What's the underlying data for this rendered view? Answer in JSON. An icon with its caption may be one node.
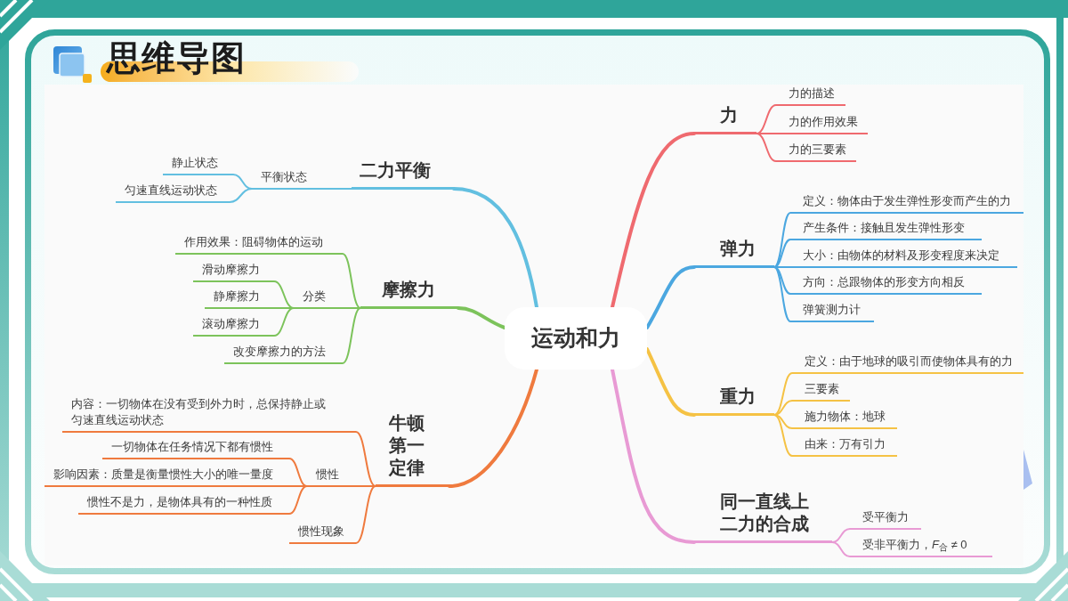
{
  "diagram": {
    "title": "思维导图",
    "nodes": [
      {
        "text": [
          "运动和力"
        ]
      },
      {
        "text": [
          "二力平衡"
        ]
      },
      {
        "text": [
          "平衡状态"
        ]
      },
      {
        "text": [
          "静止状态"
        ]
      },
      {
        "text": [
          "匀速直线运动状态"
        ]
      },
      {
        "text": [
          "摩擦力"
        ]
      },
      {
        "text": [
          "作用效果：阻碍物体的运动"
        ]
      },
      {
        "text": [
          "分类"
        ]
      },
      {
        "text": [
          "滑动摩擦力"
        ]
      },
      {
        "text": [
          "静摩擦力"
        ]
      },
      {
        "text": [
          "滚动摩擦力"
        ]
      },
      {
        "text": [
          "改变摩擦力的方法"
        ]
      },
      {
        "text": [
          "牛顿第一定律"
        ]
      },
      {
        "text": [
          "内容：一切物体在没有受到外力时，总保持静止或匀速直线运动状态"
        ]
      },
      {
        "text": [
          "惯性"
        ]
      },
      {
        "text": [
          "一切物体在任务情况下都有惯性"
        ]
      },
      {
        "text": [
          "影响因素：质量是衡量惯性大小的唯一量度"
        ]
      },
      {
        "text": [
          "惯性不是力，是物体具有的一种性质"
        ]
      },
      {
        "text": [
          "惯性现象"
        ]
      },
      {
        "text": [
          "力"
        ]
      },
      {
        "text": [
          "力的描述"
        ]
      },
      {
        "text": [
          "力的作用效果"
        ]
      },
      {
        "text": [
          "力的三要素"
        ]
      },
      {
        "text": [
          "弹力"
        ]
      },
      {
        "text": [
          "定义：物体由于发生弹性形变而产生的力"
        ]
      },
      {
        "text": [
          "产生条件：接触且发生弹性形变"
        ]
      },
      {
        "text": [
          "大小：由物体的材料及形变程度来决定"
        ]
      },
      {
        "text": [
          "方向：总跟物体的形变方向相反"
        ]
      },
      {
        "text": [
          "弹簧测力计"
        ]
      },
      {
        "text": [
          "重力"
        ]
      },
      {
        "text": [
          "定义：由于地球的吸引而使物体具有的力"
        ]
      },
      {
        "text": [
          "三要素"
        ]
      },
      {
        "text": [
          "施力物体：地球"
        ]
      },
      {
        "text": [
          "由来：万有引力"
        ]
      },
      {
        "text": [
          "同一直线上二力的合成"
        ]
      },
      {
        "text": [
          "受平衡力"
        ]
      },
      {
        "text": [
          "受非平衡力，*F*$_{合}$ ≠ 0"
        ]
      }
    ],
    "edges": [
      {
        "from": 0,
        "to": 1,
        "arrow": "none",
        "style": "thick",
        "color": "#62bfe0"
      },
      {
        "from": 1,
        "to": 2,
        "arrow": "none",
        "color": "#62bfe0"
      },
      {
        "from": 2,
        "to": 3,
        "arrow": "none",
        "color": "#62bfe0"
      },
      {
        "from": 2,
        "to": 4,
        "arrow": "none",
        "color": "#62bfe0"
      },
      {
        "from": 0,
        "to": 5,
        "arrow": "none",
        "style": "thick",
        "color": "#7cc35b"
      },
      {
        "from": 5,
        "to": 6,
        "arrow": "none",
        "color": "#7cc35b"
      },
      {
        "from": 5,
        "to": 7,
        "arrow": "none",
        "color": "#7cc35b"
      },
      {
        "from": 7,
        "to": 8,
        "arrow": "none",
        "color": "#7cc35b"
      },
      {
        "from": 7,
        "to": 9,
        "arrow": "none",
        "color": "#7cc35b"
      },
      {
        "from": 7,
        "to": 10,
        "arrow": "none",
        "color": "#7cc35b"
      },
      {
        "from": 5,
        "to": 11,
        "arrow": "none",
        "color": "#7cc35b"
      },
      {
        "from": 0,
        "to": 12,
        "arrow": "none",
        "style": "thick",
        "color": "#ef7a3e"
      },
      {
        "from": 12,
        "to": 13,
        "arrow": "none",
        "color": "#ef7a3e"
      },
      {
        "from": 12,
        "to": 14,
        "arrow": "none",
        "color": "#ef7a3e"
      },
      {
        "from": 14,
        "to": 15,
        "arrow": "none",
        "color": "#ef7a3e"
      },
      {
        "from": 14,
        "to": 16,
        "arrow": "none",
        "color": "#ef7a3e"
      },
      {
        "from": 14,
        "to": 17,
        "arrow": "none",
        "color": "#ef7a3e"
      },
      {
        "from": 12,
        "to": 18,
        "arrow": "none",
        "color": "#ef7a3e"
      },
      {
        "from": 0,
        "to": 19,
        "arrow": "none",
        "style": "thick",
        "color": "#ef6a6f"
      },
      {
        "from": 19,
        "to": 20,
        "arrow": "none",
        "color": "#ef6a6f"
      },
      {
        "from": 19,
        "to": 21,
        "arrow": "none",
        "color": "#ef6a6f"
      },
      {
        "from": 19,
        "to": 22,
        "arrow": "none",
        "color": "#ef6a6f"
      },
      {
        "from": 0,
        "to": 23,
        "arrow": "none",
        "style": "thick",
        "color": "#4ba7e0"
      },
      {
        "from": 23,
        "to": 24,
        "arrow": "none",
        "color": "#4ba7e0"
      },
      {
        "from": 23,
        "to": 25,
        "arrow": "none",
        "color": "#4ba7e0"
      },
      {
        "from": 23,
        "to": 26,
        "arrow": "none",
        "color": "#4ba7e0"
      },
      {
        "from": 23,
        "to": 27,
        "arrow": "none",
        "color": "#4ba7e0"
      },
      {
        "from": 23,
        "to": 28,
        "arrow": "none",
        "color": "#4ba7e0"
      },
      {
        "from": 0,
        "to": 29,
        "arrow": "none",
        "style": "thick",
        "color": "#f5c244"
      },
      {
        "from": 29,
        "to": 30,
        "arrow": "none",
        "color": "#f5c244"
      },
      {
        "from": 29,
        "to": 31,
        "arrow": "none",
        "color": "#f5c244"
      },
      {
        "from": 29,
        "to": 32,
        "arrow": "none",
        "color": "#f5c244"
      },
      {
        "from": 29,
        "to": 33,
        "arrow": "none",
        "color": "#f5c244"
      },
      {
        "from": 0,
        "to": 34,
        "arrow": "none",
        "style": "thick",
        "color": "#e89ad4"
      },
      {
        "from": 34,
        "to": 35,
        "arrow": "none",
        "color": "#e89ad4"
      },
      {
        "from": 34,
        "to": 36,
        "arrow": "none",
        "color": "#e89ad4"
      }
    ]
  }
}
